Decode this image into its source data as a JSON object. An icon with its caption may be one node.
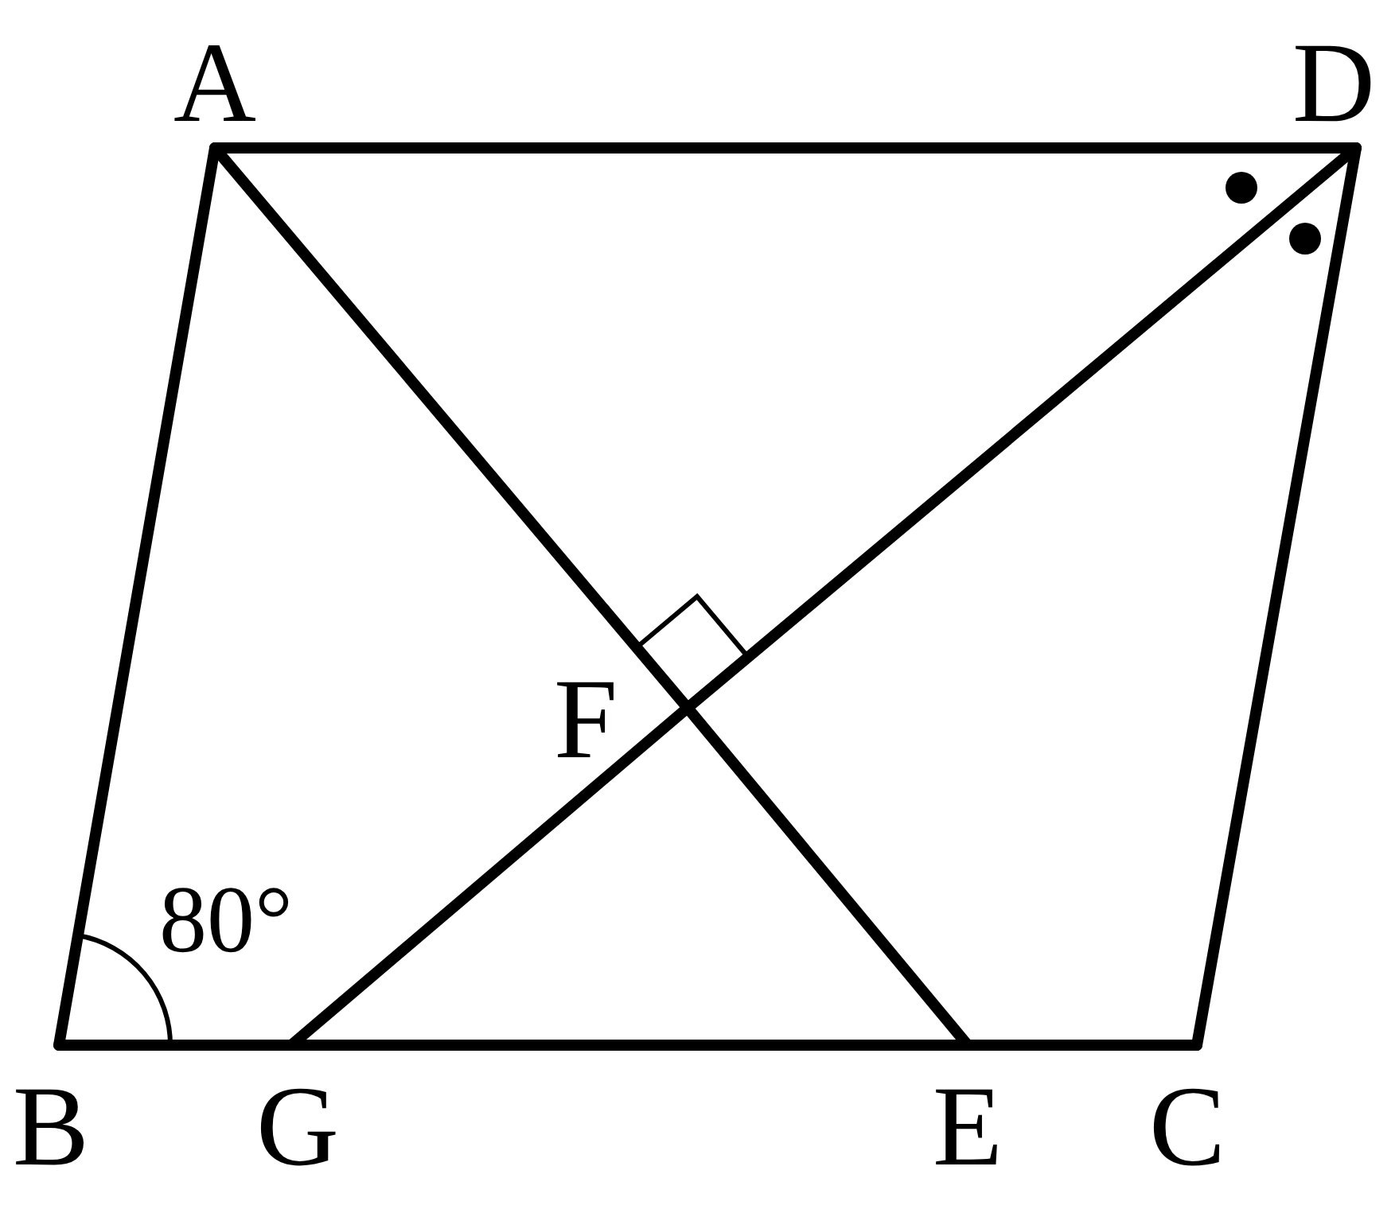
{
  "diagram": {
    "nodes": [
      {
        "text": [
          "A"
        ]
      },
      {
        "text": [
          "D"
        ]
      },
      {
        "text": [
          "B"
        ]
      },
      {
        "text": [
          "G"
        ]
      },
      {
        "text": [
          "E"
        ]
      },
      {
        "text": [
          "C"
        ]
      },
      {
        "text": [
          "F"
        ]
      }
    ],
    "edges": [
      {
        "from": 0,
        "to": 1,
        "arrow": "none"
      },
      {
        "from": 0,
        "to": 2,
        "arrow": "none"
      },
      {
        "from": 1,
        "to": 5,
        "arrow": "none"
      },
      {
        "from": 2,
        "to": 3,
        "arrow": "none"
      },
      {
        "from": 3,
        "to": 4,
        "arrow": "none"
      },
      {
        "from": 4,
        "to": 5,
        "arrow": "none"
      },
      {
        "from": 0,
        "to": 6,
        "arrow": "none"
      },
      {
        "from": 6,
        "to": 4,
        "arrow": "none"
      },
      {
        "from": 1,
        "to": 6,
        "arrow": "none"
      },
      {
        "from": 6,
        "to": 3,
        "arrow": "none"
      }
    ],
    "labels": [
      "80°"
    ]
  }
}
